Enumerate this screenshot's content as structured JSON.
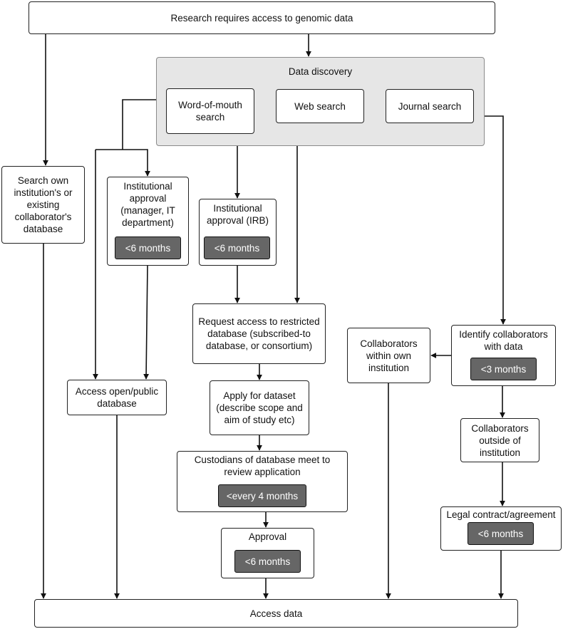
{
  "nodes": {
    "research": "Research requires access to genomic data",
    "discovery_title": "Data discovery",
    "word_of_mouth": "Word-of-mouth search",
    "web_search": "Web search",
    "journal_search": "Journal search",
    "search_own": "Search own institution's or existing collaborator's database",
    "inst_approval_it": "Institutional approval (manager, IT department)",
    "inst_approval_irb": "Institutional approval (IRB)",
    "request_restricted": "Request access to restricted database (subscribed-to database, or consortium)",
    "collab_within": "Collaborators within own institution",
    "identify_collab": "Identify collaborators with data",
    "access_public": "Access open/public database",
    "apply_dataset": "Apply for dataset (describe scope and aim of study etc)",
    "collab_outside": "Collaborators outside of institution",
    "custodians": "Custodians of database meet to review application",
    "legal": "Legal contract/agreement",
    "approval": "Approval",
    "access_data": "Access data"
  },
  "durations": {
    "inst_it": "<6 months",
    "inst_irb": "<6 months",
    "identify": "<3 months",
    "custodians": "<every 4 months",
    "legal": "<6 months",
    "approval": "<6 months"
  },
  "colors": {
    "badge_fill": "#666666",
    "group_fill": "#e6e6e6",
    "line": "#111111"
  }
}
